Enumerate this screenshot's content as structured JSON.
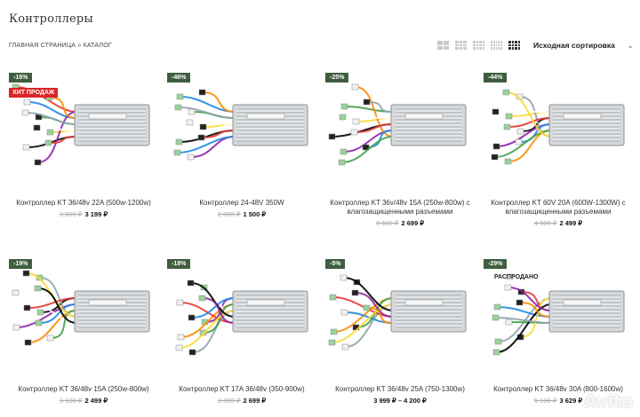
{
  "page": {
    "title": "Контроллеры"
  },
  "breadcrumb": {
    "home": "ГЛАВНАЯ СТРАНИЦА",
    "separator": "»",
    "catalog": "КАТАЛОГ"
  },
  "toolbar": {
    "sort_label": "Исходная сортировка",
    "sort_icon": "chevron-down-icon",
    "active_grid": "5-columns"
  },
  "colors": {
    "badge": "#3f5d3f",
    "hit_badge": "#d8252a",
    "text": "#333333",
    "old_price": "#aaaaaa"
  },
  "products": [
    {
      "discount": "-16%",
      "label": "ХИТ ПРОДАЖ",
      "name": "Контроллер KT 36/48v 22A (500w-1200w)",
      "old_price": "3 800 ₽",
      "price": "3 199 ₽"
    },
    {
      "discount": "-46%",
      "label": "",
      "name": "Контроллер 24-48V 350W",
      "old_price": "2 800 ₽",
      "price": "1 500 ₽"
    },
    {
      "discount": "-25%",
      "label": "",
      "name": "Контроллер KT 36v/48v 15A (250w-800w) с влагозащищенными разъемами",
      "old_price": "3 600 ₽",
      "price": "2 699 ₽"
    },
    {
      "discount": "-44%",
      "label": "",
      "name": "Контроллер KT 60V 20A (600W-1300W) с влагозащищенными разъемами",
      "old_price": "4 500 ₽",
      "price": "2 499 ₽"
    },
    {
      "discount": "-19%",
      "label": "",
      "name": "Контроллер KT 36/48v 15A (250w-800w)",
      "old_price": "3 100 ₽",
      "price": "2 499 ₽"
    },
    {
      "discount": "-18%",
      "label": "",
      "name": "Контроллер KT 17A 36/48v (350-900w)",
      "old_price": "3 300 ₽",
      "price": "2 699 ₽"
    },
    {
      "discount": "-5%",
      "label": "",
      "name": "Контроллер KT 36/48v 25A (750-1300w)",
      "old_price": "",
      "price": "3 999 ₽ – 4 200 ₽"
    },
    {
      "discount": "-29%",
      "label": "РАСПРОДАНО",
      "name": "Контроллер KT 36/48v 30A (800-1600w)",
      "old_price": "5 100 ₽",
      "price": "3 629 ₽"
    }
  ],
  "icons": {
    "product_image": "controller-image"
  },
  "watermark": "Avito"
}
